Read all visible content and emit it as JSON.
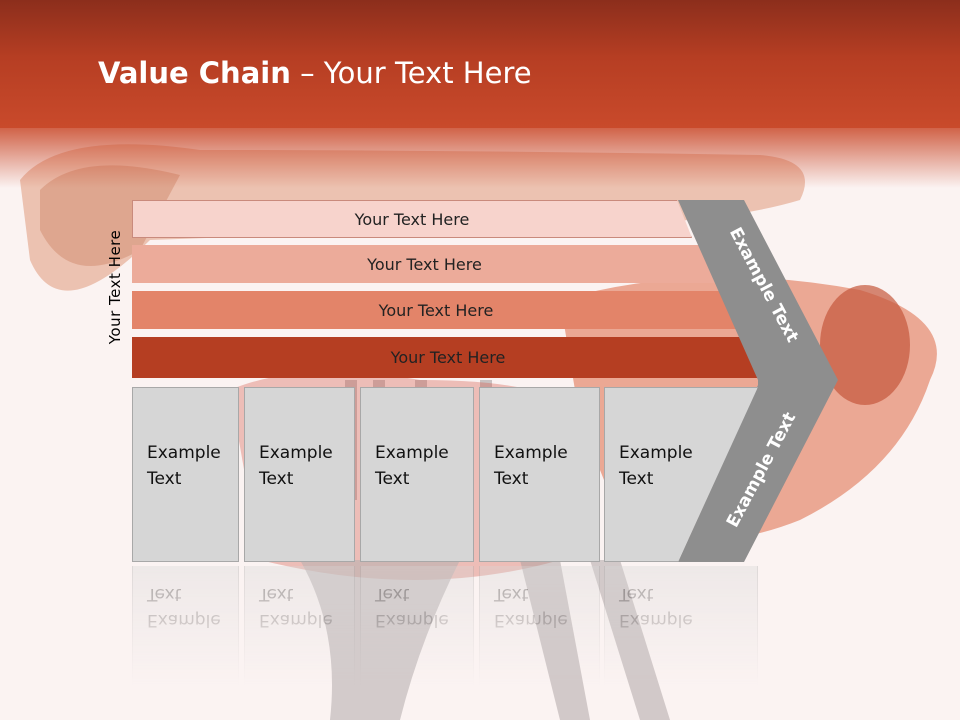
{
  "title": {
    "bold": "Value Chain",
    "rest": " – Your Text Here"
  },
  "side_label": "Your Text Here",
  "rows": [
    "Your Text Here",
    "Your Text Here",
    "Your Text Here",
    "Your Text Here"
  ],
  "boxes": [
    "Example\nText",
    "Example\nText",
    "Example\nText",
    "Example\nText",
    "Example\nText"
  ],
  "chevron": {
    "upper": "Example Text",
    "lower": "Example Text"
  },
  "colors": {
    "title_bar": "#b63e23",
    "row1": "#f7d3cc",
    "row2": "#ecab9a",
    "row3": "#e38469",
    "row4": "#b53e22",
    "box": "#d6d6d6",
    "chevron": "#8e8e8e"
  }
}
